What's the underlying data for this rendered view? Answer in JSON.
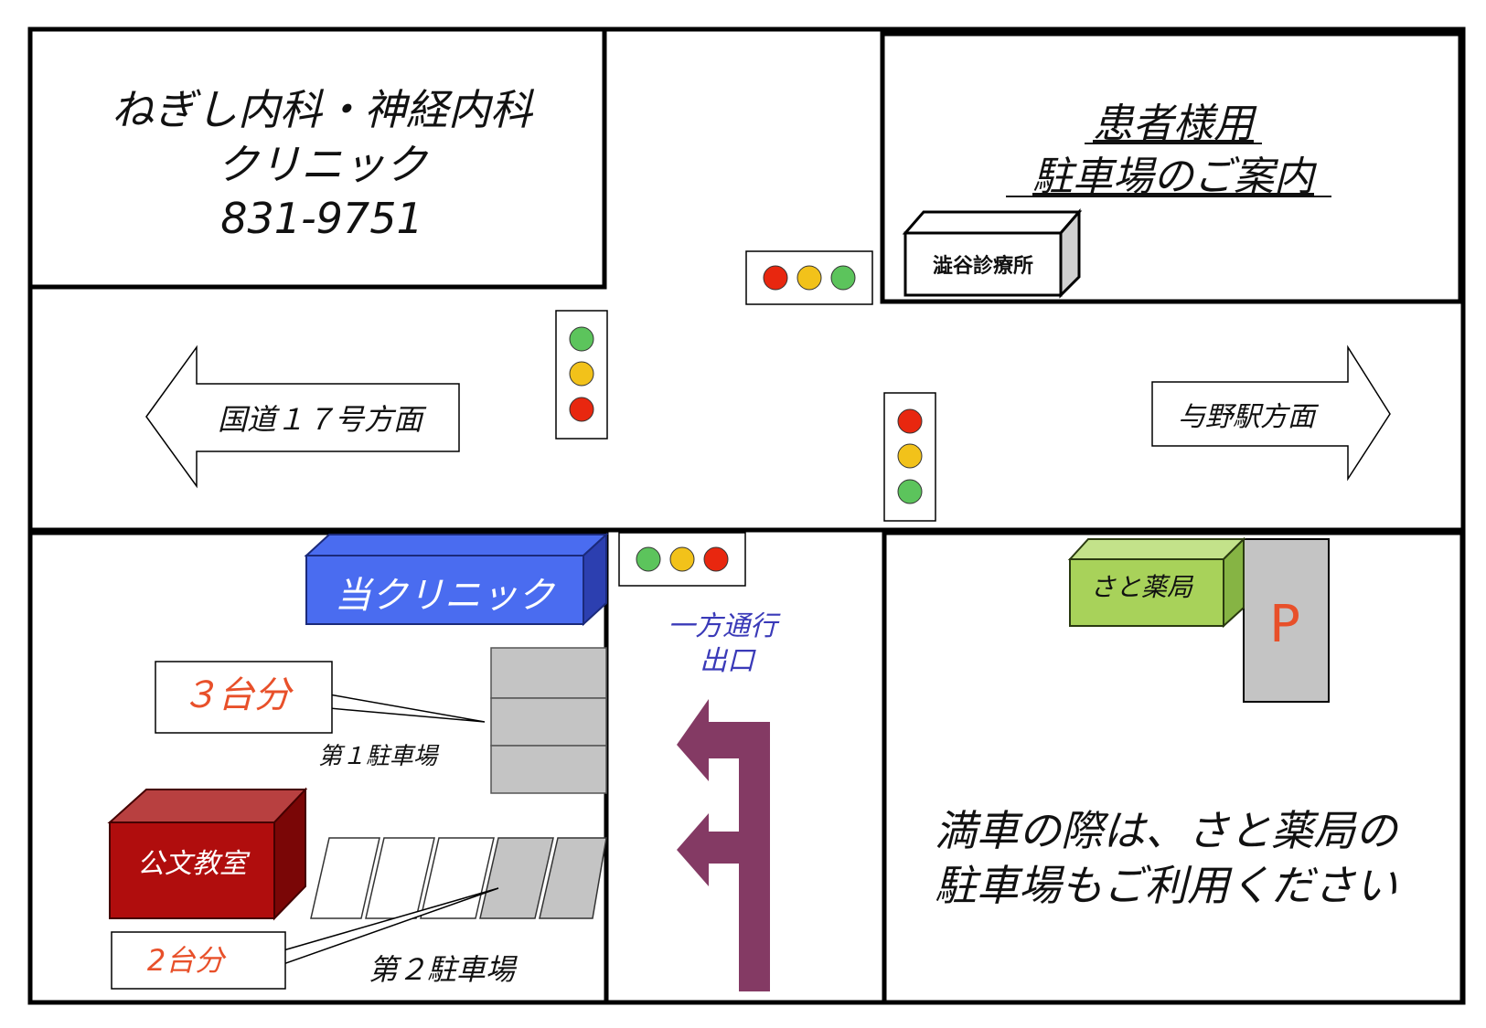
{
  "clinic_info": {
    "name_line1": "ねぎし内科・神経内科",
    "name_line2": "クリニック",
    "phone": "831-9751"
  },
  "guide_title": {
    "line1": "患者様用",
    "line2": "駐車場のご案内"
  },
  "directions": {
    "left": "国道１７号方面",
    "right": "与野駅方面"
  },
  "buildings": {
    "shibuya_clinic": "澁谷診療所",
    "this_clinic": "当クリニック",
    "kumon": "公文教室",
    "pharmacy": "さと薬局",
    "parking_sign": "P"
  },
  "one_way": {
    "line1": "一方通行",
    "line2": "出口"
  },
  "parking": {
    "lot1_label": "第１駐車場",
    "lot1_count": "３台分",
    "lot2_label": "第２駐車場",
    "lot2_count": "2台分"
  },
  "notice": {
    "line1": "満車の際は、さと薬局の",
    "line2": "駐車場もご利用ください"
  },
  "colors": {
    "clinic_blue": "#4a6cf0",
    "kumon_red": "#b00d0d",
    "pharmacy_green": "#a8d25a",
    "one_way_arrow": "#843a64",
    "count_orange": "#e8502a",
    "one_way_text": "#3a3ab8",
    "light_red": "#e8270f",
    "light_yellow": "#f2c21a",
    "light_green": "#5cc45c"
  }
}
